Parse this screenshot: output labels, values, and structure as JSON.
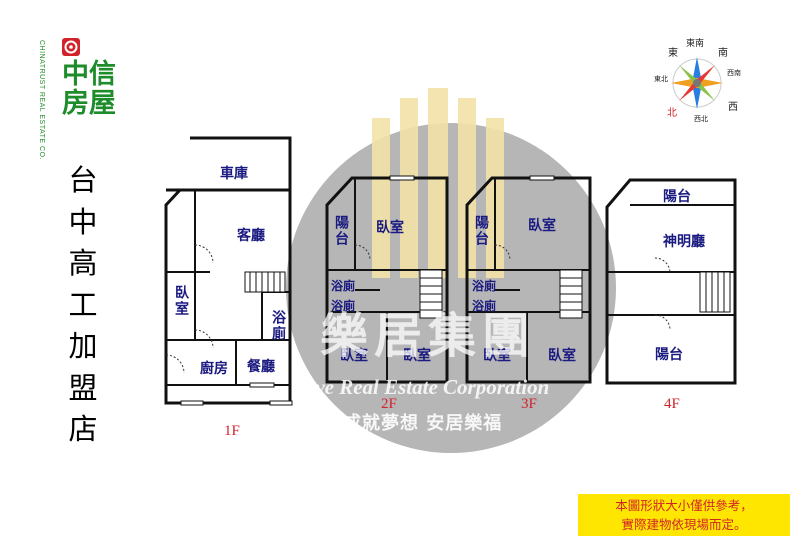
{
  "brand": {
    "name": "中信房屋",
    "english": "CHINATRUST REAL ESTATE CO."
  },
  "store": {
    "name": "台中高工加盟店"
  },
  "compass": {
    "labels": [
      "東",
      "東南",
      "南",
      "西南",
      "西",
      "西北",
      "北",
      "東北"
    ]
  },
  "watermark": {
    "brand": "樂居集團",
    "english": "Love Real Estate Corporation",
    "slogan": "成就夢想 安居樂福"
  },
  "floors": [
    {
      "label": "1F",
      "rooms": [
        "車庫",
        "客廳",
        "臥室",
        "浴廁",
        "廚房",
        "餐廳"
      ]
    },
    {
      "label": "2F",
      "rooms": [
        "陽台",
        "臥室",
        "浴廁",
        "浴廁",
        "臥室",
        "臥室"
      ]
    },
    {
      "label": "3F",
      "rooms": [
        "陽台",
        "臥室",
        "浴廁",
        "浴廁",
        "臥室",
        "臥室"
      ]
    },
    {
      "label": "4F",
      "rooms": [
        "陽台",
        "神明廳",
        "陽台"
      ]
    }
  ],
  "disclaimer": {
    "line1": "本圖形狀大小僅供參考，",
    "line2": "實際建物依現場而定。"
  },
  "colors": {
    "brand_green": "#1e8c2a",
    "brand_red": "#d2232a",
    "room_label": "#1a1a80",
    "floor_label": "#d2232a",
    "disclaimer_bg": "#ffe600",
    "watermark_gray": "#a9a9a9"
  }
}
